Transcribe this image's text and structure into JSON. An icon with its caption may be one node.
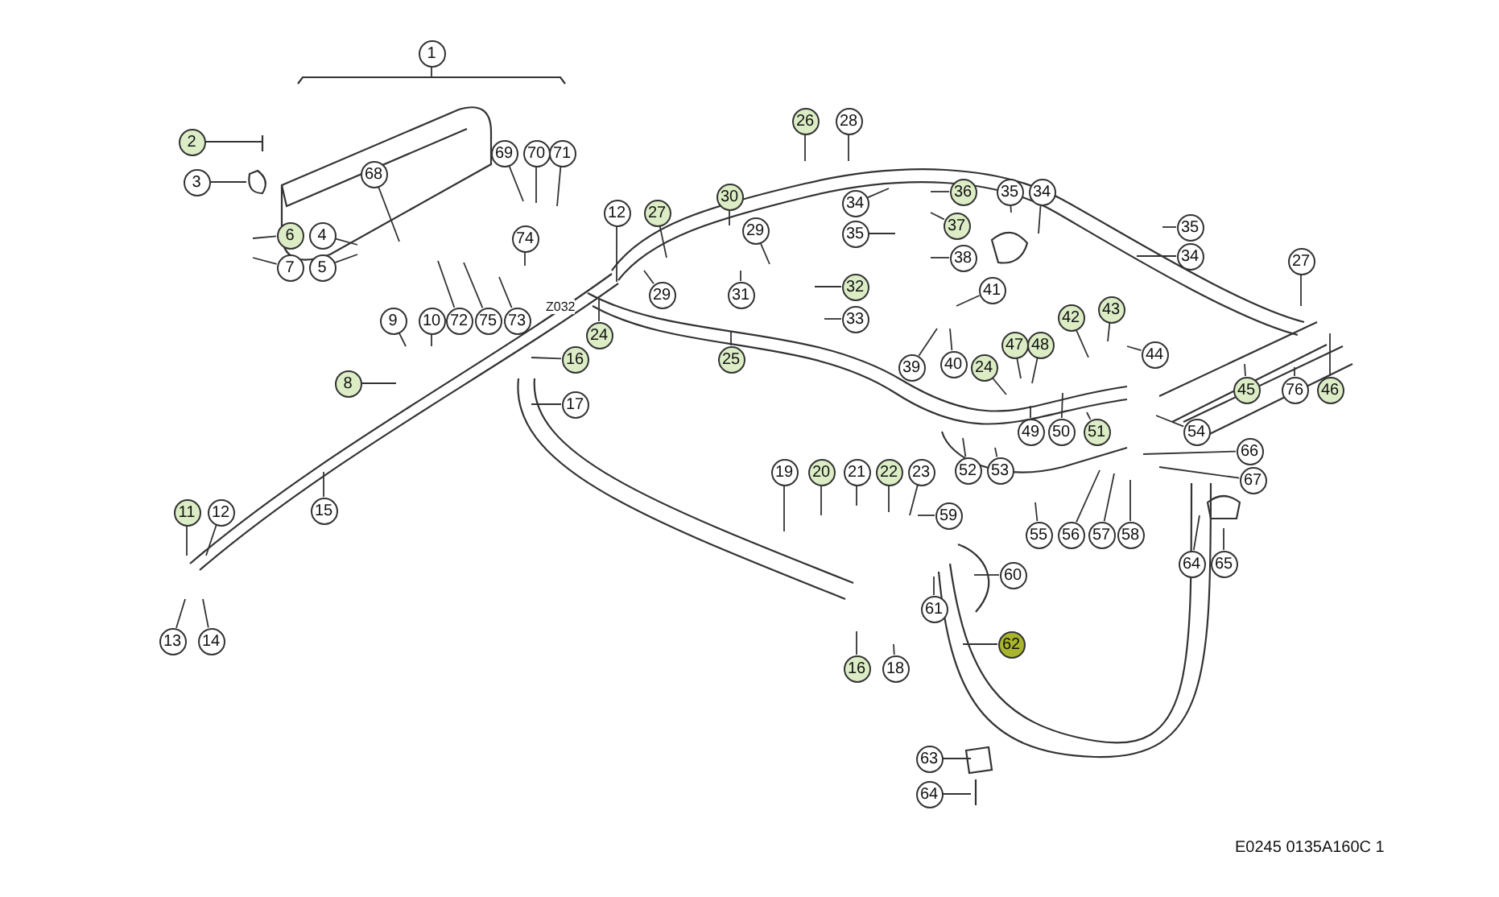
{
  "diagram": {
    "nodes": [
      {
        "text": [
          "1"
        ]
      },
      {
        "text": [
          "2"
        ]
      },
      {
        "text": [
          "3"
        ]
      },
      {
        "text": [
          "68"
        ]
      },
      {
        "text": [
          "69"
        ]
      },
      {
        "text": [
          "70"
        ]
      },
      {
        "text": [
          "71"
        ]
      },
      {
        "text": [
          "6"
        ]
      },
      {
        "text": [
          "4"
        ]
      },
      {
        "text": [
          "7"
        ]
      },
      {
        "text": [
          "5"
        ]
      },
      {
        "text": [
          "74"
        ]
      },
      {
        "text": [
          "12"
        ]
      },
      {
        "text": [
          "27"
        ]
      },
      {
        "text": [
          "30"
        ]
      },
      {
        "text": [
          "29"
        ]
      },
      {
        "text": [
          "29"
        ]
      },
      {
        "text": [
          "31"
        ]
      },
      {
        "text": [
          "26"
        ]
      },
      {
        "text": [
          "28"
        ]
      },
      {
        "text": [
          "34"
        ]
      },
      {
        "text": [
          "35"
        ]
      },
      {
        "text": [
          "36"
        ]
      },
      {
        "text": [
          "37"
        ]
      },
      {
        "text": [
          "38"
        ]
      },
      {
        "text": [
          "35"
        ]
      },
      {
        "text": [
          "34"
        ]
      },
      {
        "text": [
          "35"
        ]
      },
      {
        "text": [
          "34"
        ]
      },
      {
        "text": [
          "27"
        ]
      },
      {
        "text": [
          "9"
        ]
      },
      {
        "text": [
          "10"
        ]
      },
      {
        "text": [
          "72"
        ]
      },
      {
        "text": [
          "75"
        ]
      },
      {
        "text": [
          "73"
        ]
      },
      {
        "text": [
          "24"
        ]
      },
      {
        "text": [
          "16"
        ]
      },
      {
        "text": [
          "17"
        ]
      },
      {
        "text": [
          "25"
        ]
      },
      {
        "text": [
          "8"
        ]
      },
      {
        "text": [
          "32"
        ]
      },
      {
        "text": [
          "33"
        ]
      },
      {
        "text": [
          "41"
        ]
      },
      {
        "text": [
          "42"
        ]
      },
      {
        "text": [
          "43"
        ]
      },
      {
        "text": [
          "44"
        ]
      },
      {
        "text": [
          "39"
        ]
      },
      {
        "text": [
          "40"
        ]
      },
      {
        "text": [
          "24"
        ]
      },
      {
        "text": [
          "47"
        ]
      },
      {
        "text": [
          "48"
        ]
      },
      {
        "text": [
          "49"
        ]
      },
      {
        "text": [
          "50"
        ]
      },
      {
        "text": [
          "51"
        ]
      },
      {
        "text": [
          "54"
        ]
      },
      {
        "text": [
          "45"
        ]
      },
      {
        "text": [
          "76"
        ]
      },
      {
        "text": [
          "46"
        ]
      },
      {
        "text": [
          "66"
        ]
      },
      {
        "text": [
          "67"
        ]
      },
      {
        "text": [
          "19"
        ]
      },
      {
        "text": [
          "20"
        ]
      },
      {
        "text": [
          "21"
        ]
      },
      {
        "text": [
          "22"
        ]
      },
      {
        "text": [
          "23"
        ]
      },
      {
        "text": [
          "52"
        ]
      },
      {
        "text": [
          "53"
        ]
      },
      {
        "text": [
          "15"
        ]
      },
      {
        "text": [
          "11"
        ]
      },
      {
        "text": [
          "12"
        ]
      },
      {
        "text": [
          "59"
        ]
      },
      {
        "text": [
          "55"
        ]
      },
      {
        "text": [
          "56"
        ]
      },
      {
        "text": [
          "57"
        ]
      },
      {
        "text": [
          "58"
        ]
      },
      {
        "text": [
          "64"
        ]
      },
      {
        "text": [
          "65"
        ]
      },
      {
        "text": [
          "60"
        ]
      },
      {
        "text": [
          "61"
        ]
      },
      {
        "text": [
          "62"
        ]
      },
      {
        "text": [
          "13"
        ]
      },
      {
        "text": [
          "14"
        ]
      },
      {
        "text": [
          "16"
        ]
      },
      {
        "text": [
          "18"
        ]
      },
      {
        "text": [
          "63"
        ]
      },
      {
        "text": [
          "64"
        ]
      }
    ],
    "edges": [
      {
        "from": 0,
        "to": null,
        "arrow": "none"
      },
      {
        "from": 1,
        "to": null,
        "arrow": "none"
      },
      {
        "from": 2,
        "to": null,
        "arrow": "none"
      },
      {
        "from": 3,
        "to": null,
        "arrow": "none"
      },
      {
        "from": 4,
        "to": null,
        "arrow": "none"
      },
      {
        "from": 5,
        "to": null,
        "arrow": "none"
      },
      {
        "from": 6,
        "to": null,
        "arrow": "none"
      },
      {
        "from": 7,
        "to": null,
        "arrow": "none"
      },
      {
        "from": 8,
        "to": null,
        "arrow": "none"
      },
      {
        "from": 9,
        "to": null,
        "arrow": "none"
      },
      {
        "from": 10,
        "to": null,
        "arrow": "none"
      },
      {
        "from": 11,
        "to": null,
        "arrow": "none"
      },
      {
        "from": 12,
        "to": null,
        "arrow": "none"
      },
      {
        "from": 13,
        "to": null,
        "arrow": "none"
      },
      {
        "from": 14,
        "to": null,
        "arrow": "none"
      },
      {
        "from": 15,
        "to": null,
        "arrow": "none"
      },
      {
        "from": 16,
        "to": null,
        "arrow": "none"
      },
      {
        "from": 17,
        "to": null,
        "arrow": "none"
      },
      {
        "from": 18,
        "to": null,
        "arrow": "none"
      },
      {
        "from": 19,
        "to": null,
        "arrow": "none"
      },
      {
        "from": 20,
        "to": null,
        "arrow": "none"
      },
      {
        "from": 21,
        "to": null,
        "arrow": "none"
      },
      {
        "from": 22,
        "to": null,
        "arrow": "none"
      },
      {
        "from": 23,
        "to": null,
        "arrow": "none"
      },
      {
        "from": 24,
        "to": null,
        "arrow": "none"
      },
      {
        "from": 25,
        "to": null,
        "arrow": "none"
      },
      {
        "from": 26,
        "to": null,
        "arrow": "none"
      },
      {
        "from": 27,
        "to": null,
        "arrow": "none"
      },
      {
        "from": 28,
        "to": null,
        "arrow": "none"
      },
      {
        "from": 29,
        "to": null,
        "arrow": "none"
      },
      {
        "from": 30,
        "to": null,
        "arrow": "none"
      },
      {
        "from": 31,
        "to": null,
        "arrow": "none"
      },
      {
        "from": 32,
        "to": null,
        "arrow": "none"
      },
      {
        "from": 33,
        "to": null,
        "arrow": "none"
      },
      {
        "from": 34,
        "to": null,
        "arrow": "none"
      },
      {
        "from": 35,
        "to": null,
        "arrow": "none"
      },
      {
        "from": 36,
        "to": null,
        "arrow": "none"
      },
      {
        "from": 37,
        "to": null,
        "arrow": "none"
      },
      {
        "from": 38,
        "to": null,
        "arrow": "none"
      },
      {
        "from": 39,
        "to": null,
        "arrow": "none"
      },
      {
        "from": 40,
        "to": null,
        "arrow": "none"
      },
      {
        "from": 41,
        "to": null,
        "arrow": "none"
      },
      {
        "from": 42,
        "to": null,
        "arrow": "none"
      },
      {
        "from": 43,
        "to": null,
        "arrow": "none"
      },
      {
        "from": 44,
        "to": null,
        "arrow": "none"
      },
      {
        "from": 45,
        "to": null,
        "arrow": "none"
      },
      {
        "from": 46,
        "to": null,
        "arrow": "none"
      },
      {
        "from": 47,
        "to": null,
        "arrow": "none"
      },
      {
        "from": 48,
        "to": null,
        "arrow": "none"
      },
      {
        "from": 49,
        "to": null,
        "arrow": "none"
      },
      {
        "from": 50,
        "to": null,
        "arrow": "none"
      },
      {
        "from": 51,
        "to": null,
        "arrow": "none"
      },
      {
        "from": 52,
        "to": null,
        "arrow": "none"
      },
      {
        "from": 53,
        "to": null,
        "arrow": "none"
      },
      {
        "from": 54,
        "to": null,
        "arrow": "none"
      },
      {
        "from": 55,
        "to": null,
        "arrow": "none"
      },
      {
        "from": 56,
        "to": null,
        "arrow": "none"
      },
      {
        "from": 57,
        "to": null,
        "arrow": "none"
      },
      {
        "from": 58,
        "to": null,
        "arrow": "none"
      },
      {
        "from": 59,
        "to": null,
        "arrow": "none"
      },
      {
        "from": 60,
        "to": null,
        "arrow": "none"
      },
      {
        "from": 61,
        "to": null,
        "arrow": "none"
      },
      {
        "from": 62,
        "to": null,
        "arrow": "none"
      },
      {
        "from": 63,
        "to": null,
        "arrow": "none"
      },
      {
        "from": 64,
        "to": null,
        "arrow": "none"
      },
      {
        "from": 65,
        "to": null,
        "arrow": "none"
      },
      {
        "from": 66,
        "to": null,
        "arrow": "none"
      },
      {
        "from": 67,
        "to": null,
        "arrow": "none"
      },
      {
        "from": 68,
        "to": null,
        "arrow": "none"
      },
      {
        "from": 69,
        "to": null,
        "arrow": "none"
      },
      {
        "from": 70,
        "to": null,
        "arrow": "none"
      },
      {
        "from": 71,
        "to": null,
        "arrow": "none"
      },
      {
        "from": 72,
        "to": null,
        "arrow": "none"
      },
      {
        "from": 73,
        "to": null,
        "arrow": "none"
      },
      {
        "from": 74,
        "to": null,
        "arrow": "none"
      },
      {
        "from": 75,
        "to": null,
        "arrow": "none"
      },
      {
        "from": 76,
        "to": null,
        "arrow": "none"
      },
      {
        "from": 77,
        "to": null,
        "arrow": "none"
      },
      {
        "from": 78,
        "to": null,
        "arrow": "none"
      },
      {
        "from": 79,
        "to": null,
        "arrow": "none"
      },
      {
        "from": 80,
        "to": null,
        "arrow": "none"
      },
      {
        "from": 81,
        "to": null,
        "arrow": "none"
      },
      {
        "from": 82,
        "to": null,
        "arrow": "none"
      },
      {
        "from": 83,
        "to": null,
        "arrow": "none"
      },
      {
        "from": 84,
        "to": null,
        "arrow": "none"
      },
      {
        "from": 85,
        "to": null,
        "arrow": "none"
      }
    ],
    "labels": [
      "Z032",
      "E0245 0135A160C 1"
    ]
  }
}
